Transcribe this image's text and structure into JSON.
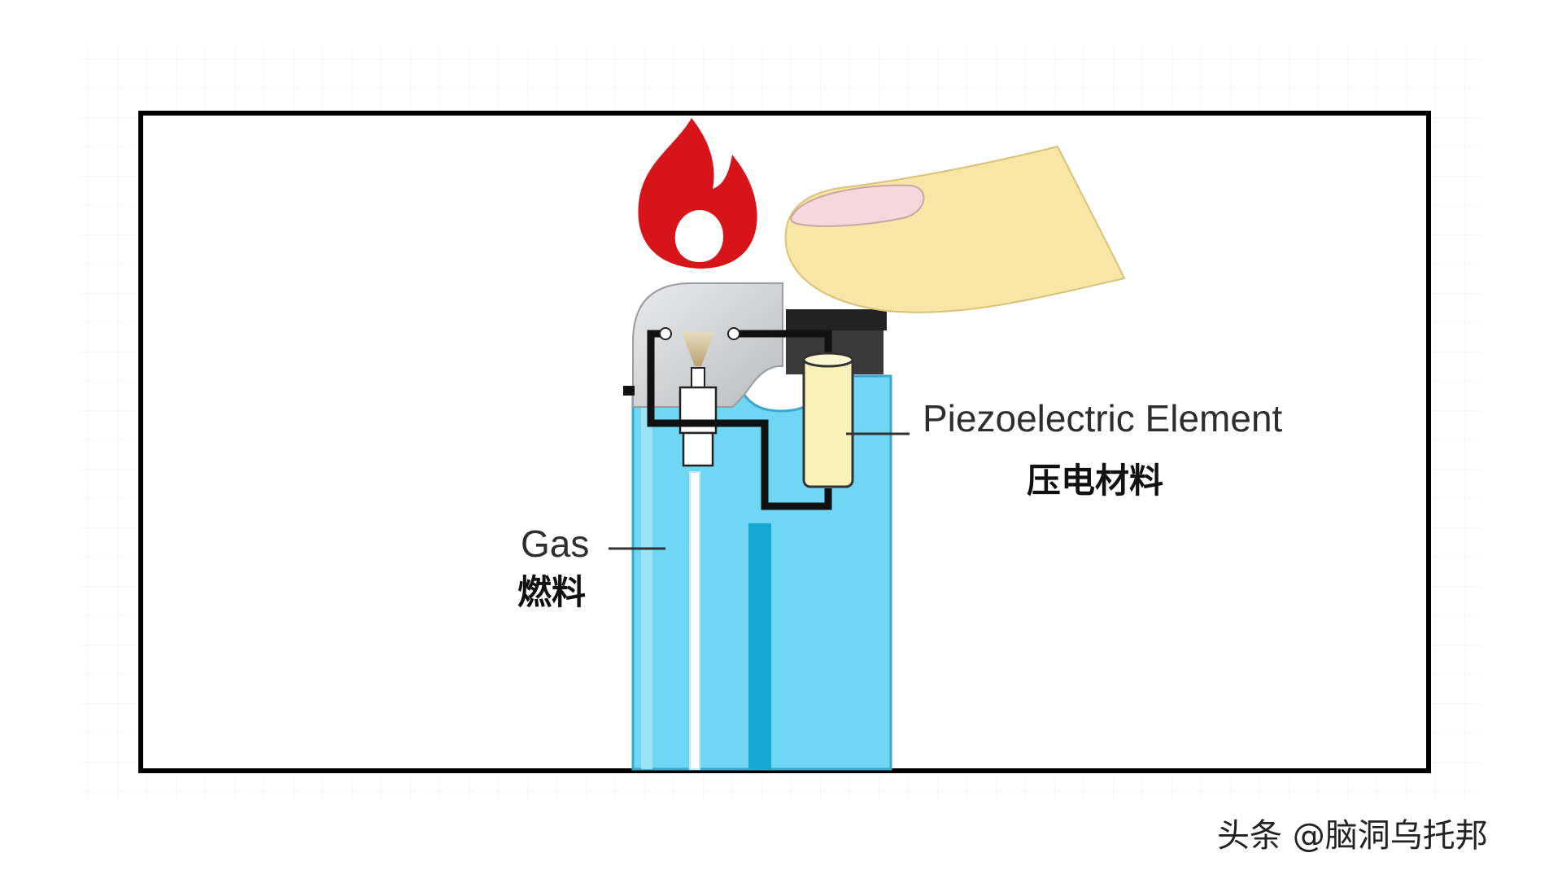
{
  "labels": {
    "gas_en": "Gas",
    "gas_cn": "燃料",
    "piezo_en": "Piezoelectric Element",
    "piezo_cn": "压电材料"
  },
  "watermark": "头条 @脑洞乌托邦",
  "colors": {
    "frame": "#000000",
    "lighter_body": "#6fd6f3",
    "lighter_body_edge": "#4cb8dc",
    "flame": "#d7141a",
    "piezo_crystal": "#f8f2b8",
    "finger": "#f7e6a6",
    "wire": "#111111",
    "cap": "#cfd1d3"
  },
  "icons": [
    "flame-icon",
    "finger-icon"
  ]
}
